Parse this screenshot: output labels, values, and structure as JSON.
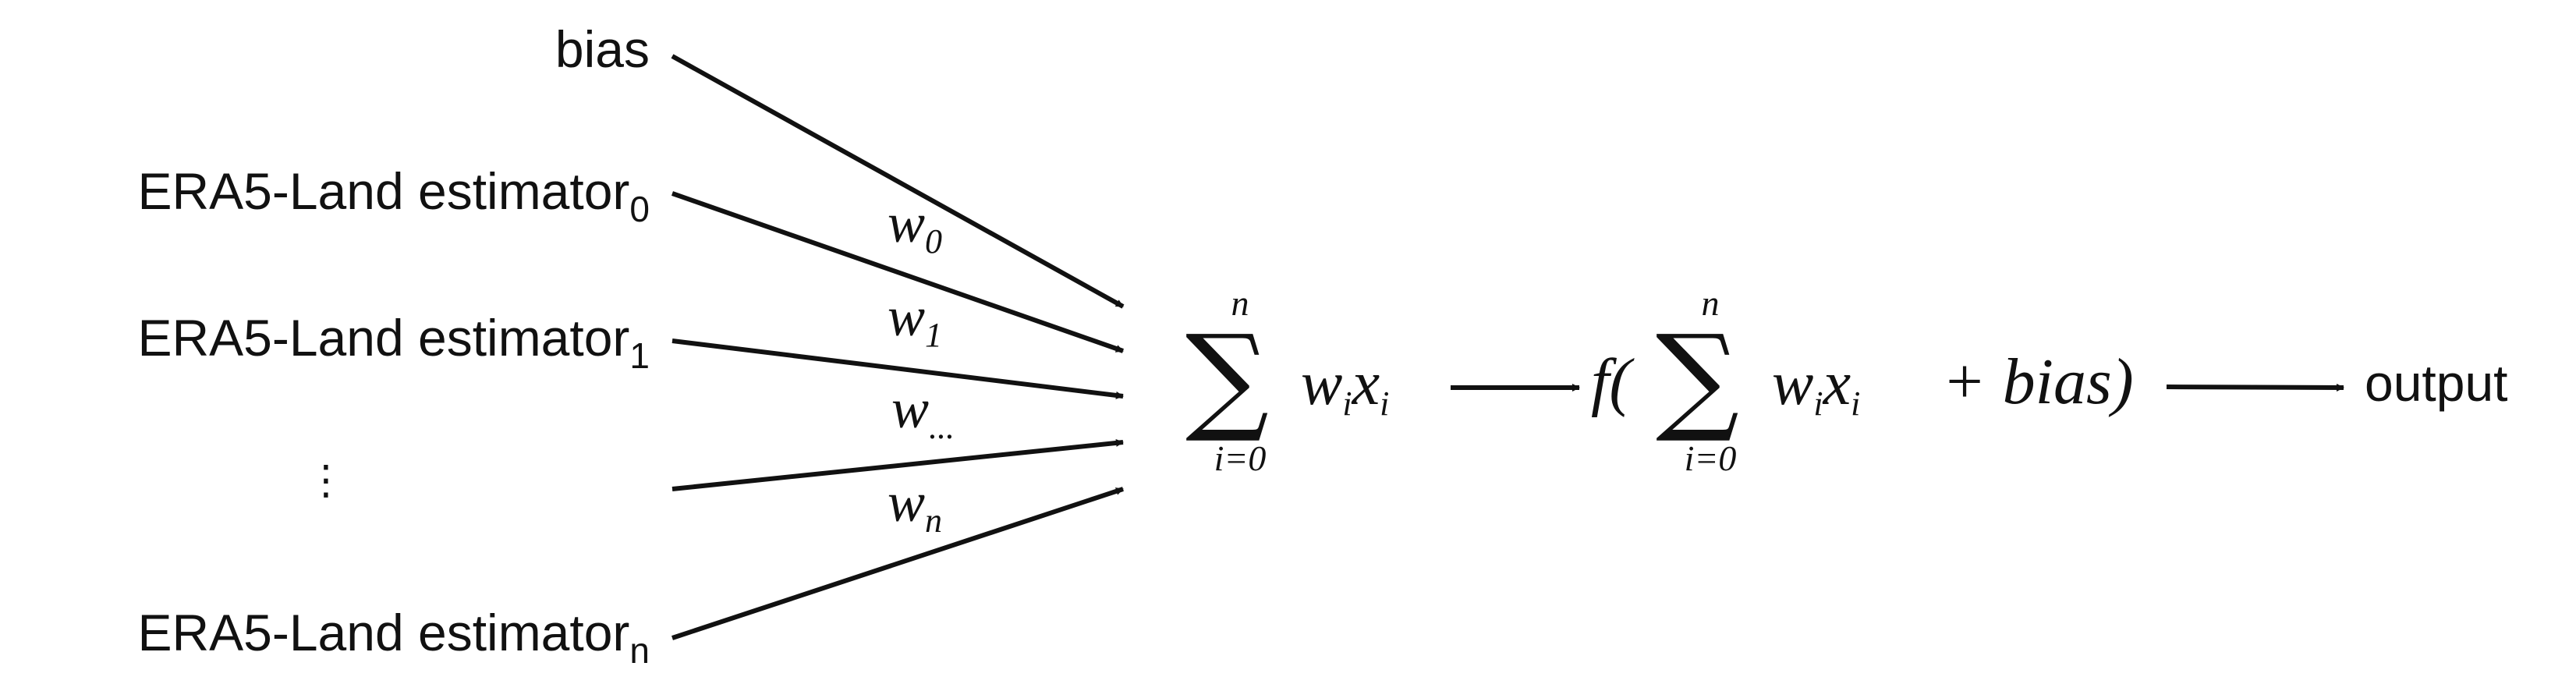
{
  "inputs": {
    "bias": "bias",
    "estimator_base": "ERA5-Land estimator",
    "sub_0": "0",
    "sub_1": "1",
    "ellipsis": "⋮",
    "sub_n": "n"
  },
  "weights": {
    "w_letter": "w",
    "w0_sub": "0",
    "w1_sub": "1",
    "wdots_sub": "...",
    "wn_sub": "n"
  },
  "summation": {
    "upper": "n",
    "lower": "i=0",
    "term_w": "w",
    "term_x": "x",
    "term_sub": "i"
  },
  "activation": {
    "f_open": "f(",
    "plus_bias": "+ bias)",
    "upper": "n",
    "lower": "i=0",
    "term_w": "w",
    "term_x": "x",
    "term_sub": "i"
  },
  "output": {
    "label": "output"
  }
}
